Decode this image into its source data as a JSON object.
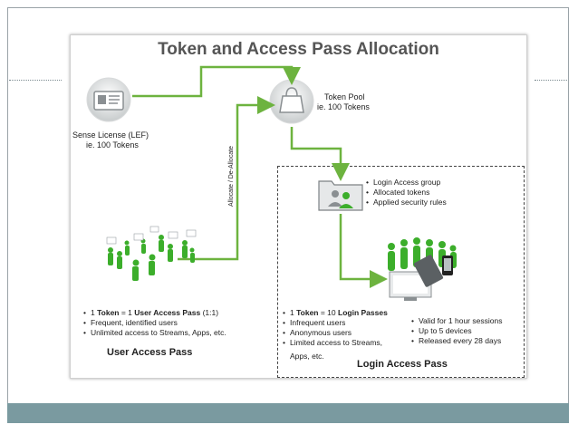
{
  "title": "Token and Access Pass Allocation",
  "sense_license": {
    "line1": "Sense License (LEF)",
    "line2": "ie. 100 Tokens"
  },
  "token_pool": {
    "line1": "Token Pool",
    "line2": "ie. 100 Tokens"
  },
  "allocate_label": "Allocate / De-Allocate",
  "login_group_bullets": [
    "Login Access group",
    "Allocated tokens",
    "Applied security rules"
  ],
  "user_pass": {
    "bullet1_prefix": "1 ",
    "bullet1_bold": "Token",
    "bullet1_mid": " = 1 ",
    "bullet1_bold2": "User Access Pass",
    "bullet1_suffix": " (1:1)",
    "bullet2": "Frequent, identified users",
    "bullet3": "Unlimited access to Streams, Apps, etc.",
    "heading": "User Access Pass"
  },
  "login_pass": {
    "bullet1_prefix": "1 ",
    "bullet1_bold": "Token",
    "bullet1_mid": " = 10 ",
    "bullet1_bold2": "Login Passes",
    "bullet2": "Infrequent users",
    "bullet3": "Anonymous users",
    "bullet4a": "Limited access to Streams,",
    "bullet4b": "Apps, etc.",
    "right_bullets": [
      "Valid for 1 hour sessions",
      "Up to 5 devices",
      "Released every 28 days"
    ],
    "heading": "Login Access Pass"
  },
  "colors": {
    "arrow": "#6db33f",
    "people": "#3cae2b",
    "footer": "#7a9aa0",
    "title": "#555555"
  }
}
